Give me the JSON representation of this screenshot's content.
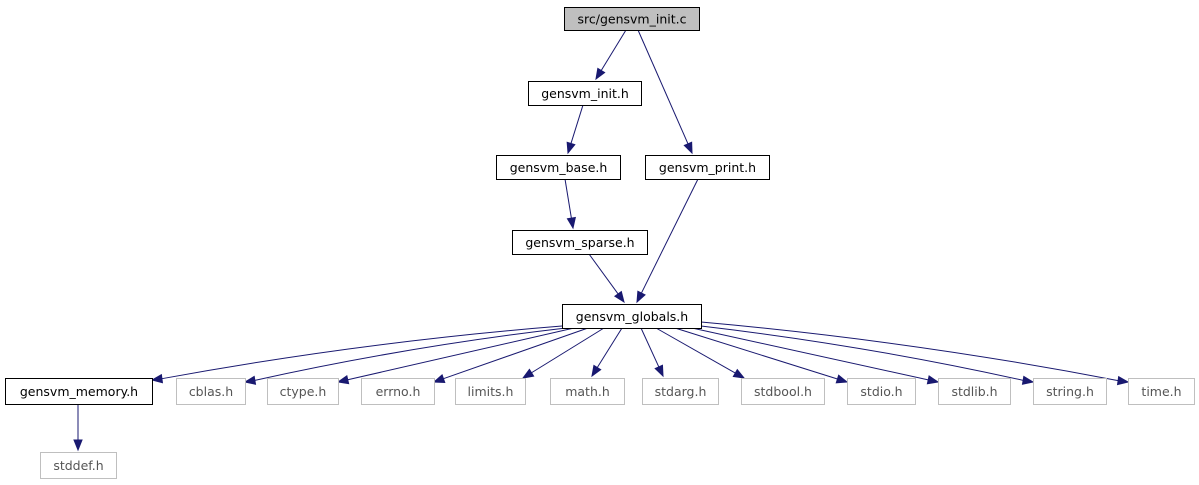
{
  "diagram": {
    "title": "",
    "nodes": [
      {
        "id": "init_c",
        "label": "src/gensvm_init.c",
        "kind": "root"
      },
      {
        "id": "init_h",
        "label": "gensvm_init.h",
        "kind": "file"
      },
      {
        "id": "base_h",
        "label": "gensvm_base.h",
        "kind": "file"
      },
      {
        "id": "print_h",
        "label": "gensvm_print.h",
        "kind": "file"
      },
      {
        "id": "sparse_h",
        "label": "gensvm_sparse.h",
        "kind": "file"
      },
      {
        "id": "globals_h",
        "label": "gensvm_globals.h",
        "kind": "file"
      },
      {
        "id": "memory_h",
        "label": "gensvm_memory.h",
        "kind": "file"
      },
      {
        "id": "cblas_h",
        "label": "cblas.h",
        "kind": "external"
      },
      {
        "id": "ctype_h",
        "label": "ctype.h",
        "kind": "external"
      },
      {
        "id": "errno_h",
        "label": "errno.h",
        "kind": "external"
      },
      {
        "id": "limits_h",
        "label": "limits.h",
        "kind": "external"
      },
      {
        "id": "math_h",
        "label": "math.h",
        "kind": "external"
      },
      {
        "id": "stdarg_h",
        "label": "stdarg.h",
        "kind": "external"
      },
      {
        "id": "stdbool_h",
        "label": "stdbool.h",
        "kind": "external"
      },
      {
        "id": "stdio_h",
        "label": "stdio.h",
        "kind": "external"
      },
      {
        "id": "stdlib_h",
        "label": "stdlib.h",
        "kind": "external"
      },
      {
        "id": "string_h",
        "label": "string.h",
        "kind": "external"
      },
      {
        "id": "time_h",
        "label": "time.h",
        "kind": "external"
      },
      {
        "id": "stddef_h",
        "label": "stddef.h",
        "kind": "external"
      }
    ],
    "edges": [
      {
        "from": "init_c",
        "to": "init_h"
      },
      {
        "from": "init_c",
        "to": "print_h"
      },
      {
        "from": "init_h",
        "to": "base_h"
      },
      {
        "from": "base_h",
        "to": "sparse_h"
      },
      {
        "from": "sparse_h",
        "to": "globals_h"
      },
      {
        "from": "print_h",
        "to": "globals_h"
      },
      {
        "from": "globals_h",
        "to": "memory_h"
      },
      {
        "from": "globals_h",
        "to": "cblas_h"
      },
      {
        "from": "globals_h",
        "to": "ctype_h"
      },
      {
        "from": "globals_h",
        "to": "errno_h"
      },
      {
        "from": "globals_h",
        "to": "limits_h"
      },
      {
        "from": "globals_h",
        "to": "math_h"
      },
      {
        "from": "globals_h",
        "to": "stdarg_h"
      },
      {
        "from": "globals_h",
        "to": "stdbool_h"
      },
      {
        "from": "globals_h",
        "to": "stdio_h"
      },
      {
        "from": "globals_h",
        "to": "stdlib_h"
      },
      {
        "from": "globals_h",
        "to": "string_h"
      },
      {
        "from": "globals_h",
        "to": "time_h"
      },
      {
        "from": "memory_h",
        "to": "stddef_h"
      }
    ],
    "colors": {
      "edge": "#191970",
      "root_fill": "#bfbfbf",
      "node_border": "#000000",
      "external_border": "#bfbfbf",
      "background": "#ffffff"
    }
  }
}
